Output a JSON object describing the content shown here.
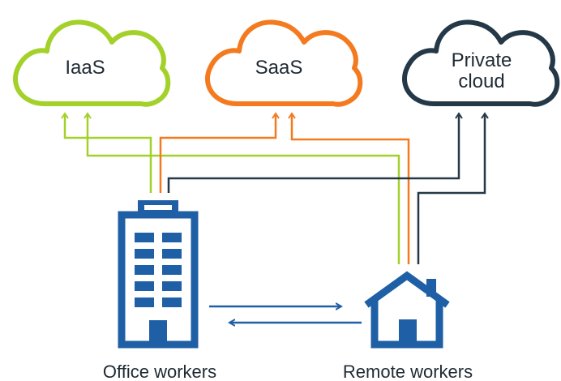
{
  "clouds": {
    "iaas": {
      "label": "IaaS",
      "color": "#a3d12a"
    },
    "saas": {
      "label": "SaaS",
      "color": "#f47a20"
    },
    "private": {
      "label_line1": "Private",
      "label_line2": "cloud",
      "color": "#243847"
    }
  },
  "locations": {
    "office": {
      "label": "Office workers",
      "icon": "office-building-icon",
      "color": "#1f5fa6"
    },
    "remote": {
      "label": "Remote workers",
      "icon": "house-icon",
      "color": "#1f5fa6"
    }
  }
}
